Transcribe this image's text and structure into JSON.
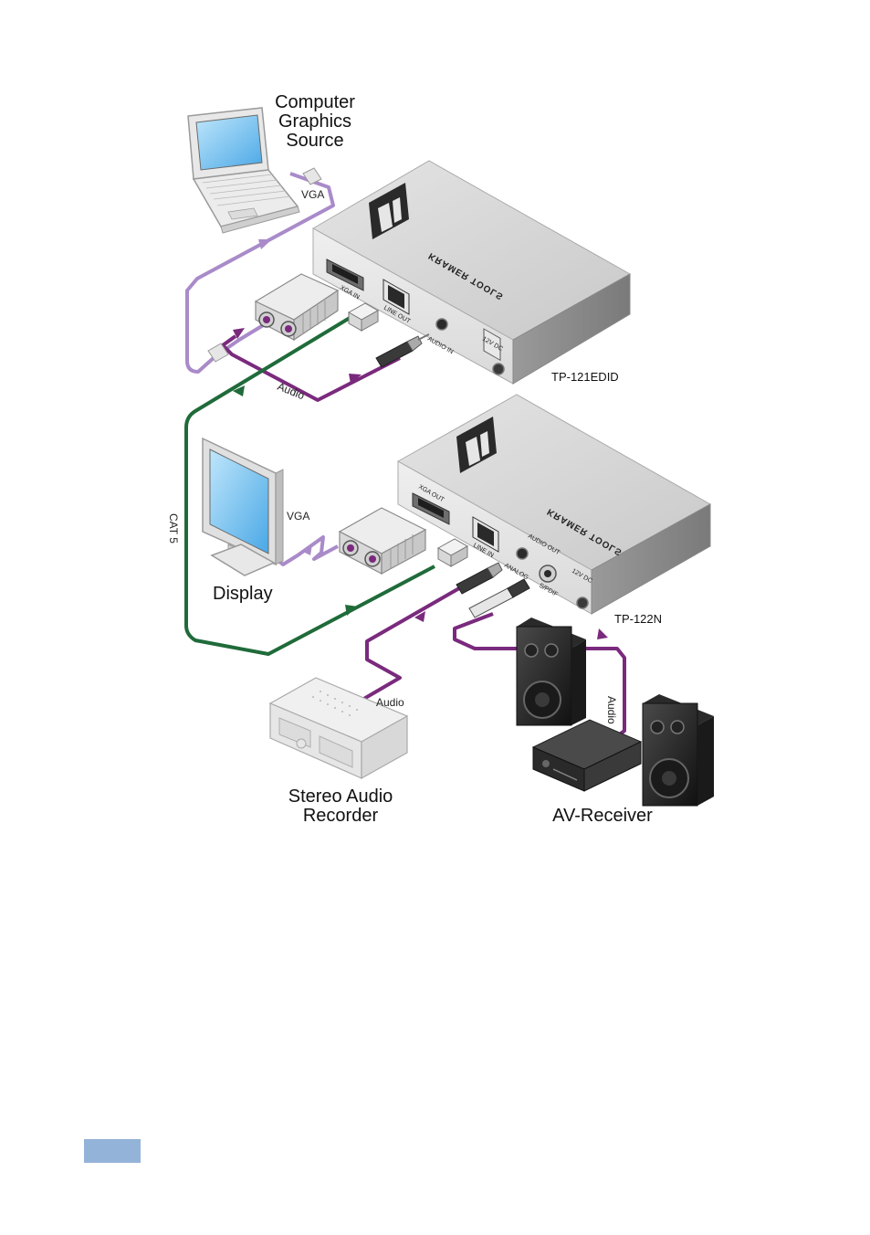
{
  "labels": {
    "source_line1": "Computer",
    "source_line2": "Graphics",
    "source_line3": "Source",
    "vga_top": "VGA",
    "audio_top": "Audio",
    "cat5": "CAT 5",
    "vga_display": "VGA",
    "display": "Display",
    "audio_recorder": "Audio",
    "audio_receiver": "Audio",
    "recorder_line1": "Stereo Audio",
    "recorder_line2": "Recorder",
    "receiver": "AV-Receiver"
  },
  "devices": {
    "transmitter": "TP-121EDID",
    "receiver": "TP-122N",
    "brand": "KRAMER TOOLS"
  },
  "ports": {
    "tx_xga_in": "XGA IN",
    "tx_line_out": "LINE OUT",
    "tx_audio_in": "AUDIO IN",
    "tx_power": "12V DC",
    "rx_xga_out": "XGA OUT",
    "rx_line_in": "LINE IN",
    "rx_audio_out": "AUDIO OUT",
    "rx_analog": "ANALOG",
    "rx_spdif": "S/PDIF",
    "rx_power": "12V DC"
  },
  "colors": {
    "vga_cable": "#a98bc9",
    "audio_cable": "#7a2a7d",
    "cat5_cable": "#1f6b3a",
    "page_tab": "#94b3d8"
  }
}
